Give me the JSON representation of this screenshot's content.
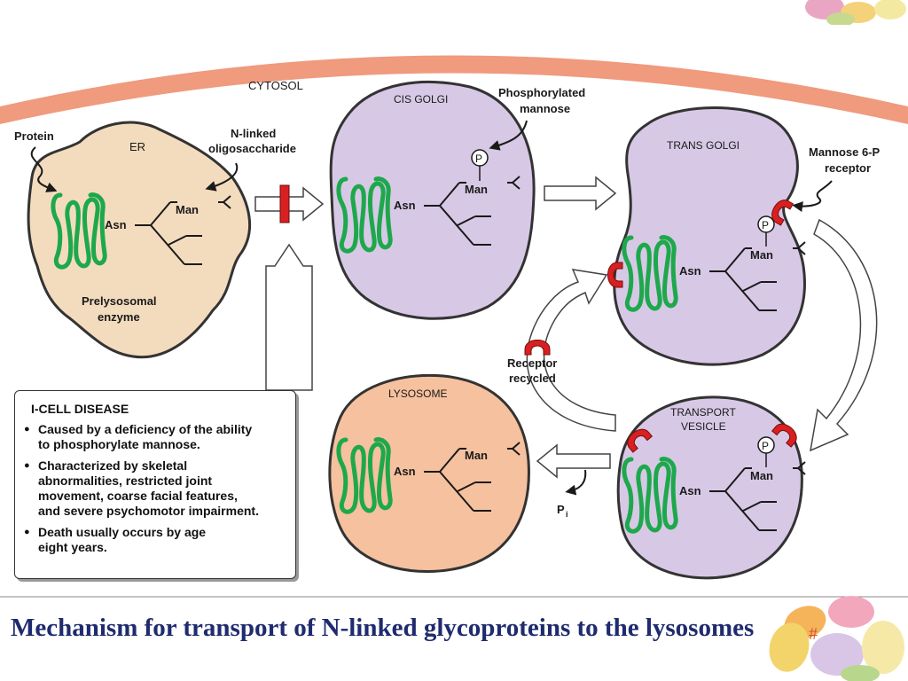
{
  "diagram": {
    "labels": {
      "cytosol": "CYTOSOL",
      "protein": "Protein",
      "er": "ER",
      "n_linked_line1": "N-linked",
      "n_linked_line2": "oligosaccharide",
      "prelysosomal_line1": "Prelysosomal",
      "prelysosomal_line2": "enzyme",
      "cis_golgi": "CIS GOLGI",
      "phosphorylated_line1": "Phosphorylated",
      "phosphorylated_line2": "mannose",
      "trans_golgi": "TRANS GOLGI",
      "m6p_line1": "Mannose 6-P",
      "m6p_line2": "receptor",
      "receptor_line1": "Receptor",
      "receptor_line2": "recycled",
      "lysosome": "LYSOSOME",
      "transport_line1": "TRANSPORT",
      "transport_line2": "VESICLE",
      "asn": "Asn",
      "man": "Man",
      "p": "P",
      "pi": "P",
      "pi_sub": "i"
    },
    "colors": {
      "membrane_band": "#f09a7e",
      "er_fill": "#f3dcbe",
      "golgi_fill": "#d7c9e6",
      "lysosome_fill": "#f6c19e",
      "protein_green": "#1ea84c",
      "receptor_red": "#d82020"
    }
  },
  "icell": {
    "title": "I-CELL DISEASE",
    "bullets": [
      "Caused by a deficiency of the ability\nto phosphorylate mannose.",
      "Characterized by skeletal\nabnormalities, restricted joint\nmovement, coarse facial features,\nand severe psychomotor impairment.",
      "Death usually occurs by age\neight years."
    ]
  },
  "caption": "Mechanism for transport of N-linked glycoproteins to the lysosomes",
  "slide_number": "#"
}
